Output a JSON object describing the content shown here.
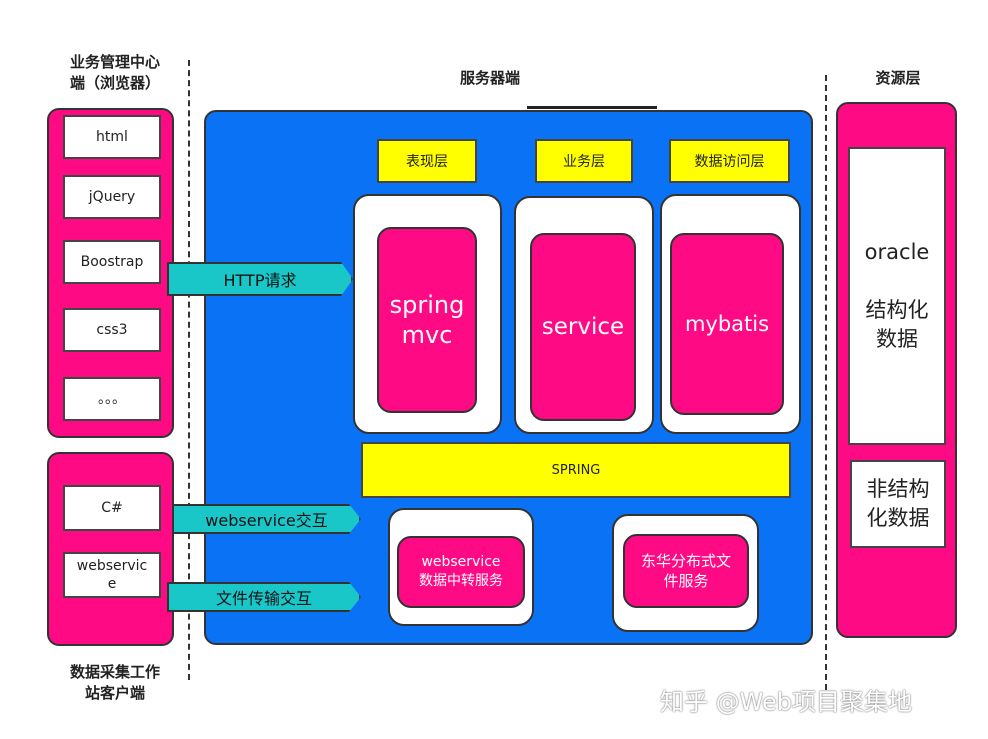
{
  "headers": {
    "client": "业务管理中心\n端（浏览器）",
    "server": "服务器端",
    "resource": "资源层",
    "collector": "数据采集工作\n站客户端"
  },
  "browser_items": [
    "html",
    "jQuery",
    "Boostrap",
    "css3",
    "。。。"
  ],
  "collector_items": [
    "C#",
    "webservic\ne"
  ],
  "arrows": {
    "http": "HTTP请求",
    "webservice": "webservice交互",
    "file": "文件传输交互"
  },
  "layers": {
    "presentation": "表现层",
    "business": "业务层",
    "data_access": "数据访问层"
  },
  "modules": {
    "springmvc": "spring\nmvc",
    "service": "service",
    "mybatis": "mybatis"
  },
  "spring_bar": "SPRING",
  "services": {
    "webservice": "webservice\n数据中转服务",
    "file_service": "东华分布式文\n件服务"
  },
  "resources": {
    "structured": "oracle\n\n结构化\n数据",
    "unstructured": "非结构\n化数据"
  },
  "watermark": "知乎 @Web项目聚集地",
  "colors": {
    "pink": "#ff0a85",
    "blue": "#0a72f5",
    "yellow": "#ffff00",
    "cyan": "#19c7c9"
  }
}
